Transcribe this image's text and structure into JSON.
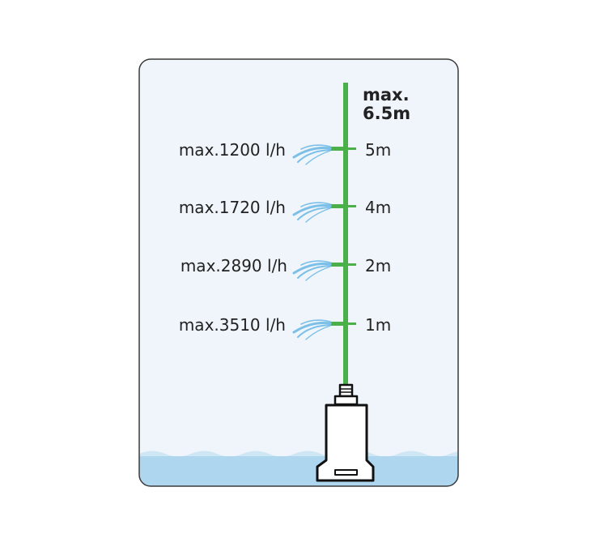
{
  "max_height": {
    "line1": "max.",
    "line2": "6.5m"
  },
  "outlets": [
    {
      "flow": "max.1200 l/h",
      "height": "5m"
    },
    {
      "flow": "max.1720 l/h",
      "height": "4m"
    },
    {
      "flow": "max.2890 l/h",
      "height": "2m"
    },
    {
      "flow": "max.3510 l/h",
      "height": "1m"
    }
  ],
  "colors": {
    "frame_fill": "#eff5fa",
    "frame_stroke": "#3a3a3a",
    "water": "#aed6ef",
    "wave": "#cfe6f5",
    "pipe": "#4cb04a",
    "spray": "#7cc0e8",
    "pump_stroke": "#111111"
  }
}
